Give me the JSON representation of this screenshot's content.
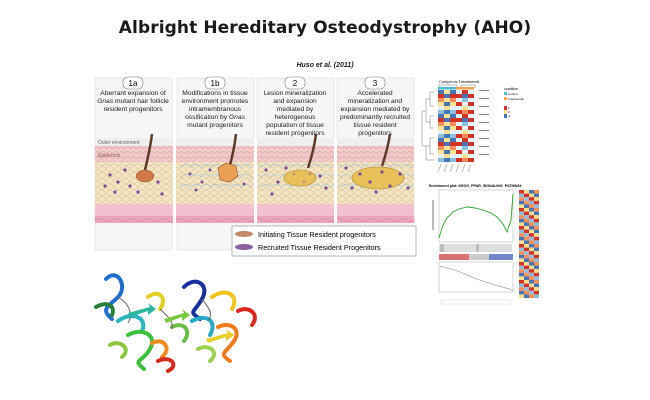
{
  "title": "Albright Hereditary Osteodystrophy (AHO)",
  "citation": "Huso et al. (2011)",
  "stages": [
    {
      "number": "1a",
      "text_before": "Aberrant expansion of ",
      "gene": "Gnas",
      "text_after": " mutant hair follicle resident progenitors"
    },
    {
      "number": "1b",
      "text_before": "Modifications in tissue environment promotes intramembranous ossification by ",
      "gene": "Gnas",
      "text_after": " mutant progenitors"
    },
    {
      "number": "2",
      "text_before": "Lesion mineralization and expansion mediated by heterogenous population of tissue resident progenitors",
      "gene": "",
      "text_after": ""
    },
    {
      "number": "3",
      "text_before": "Accelerated mineralization and expansion mediated by predominantly recruited tissue resident progenitors",
      "gene": "",
      "text_after": ""
    }
  ],
  "layers": {
    "outer": "Outer environment",
    "epidermis": "Epidermis"
  },
  "legend": [
    {
      "label": "Initiating Tissue Resident progenitors",
      "color": "#c48a6e"
    },
    {
      "label": "Recruited Tissue Resident Progenitors",
      "color": "#8b5fa0"
    }
  ],
  "heatmap": {
    "title": "Control-vs-TreatmentA",
    "legend_title": "condition",
    "legend_items": [
      "Control",
      "TreatmentA"
    ],
    "scale": [
      "1",
      "0",
      "-1"
    ]
  },
  "gsea": {
    "title": "Enrichment plot: KEGG_PPAR_SIGNALING_PATHWAY"
  },
  "colors": {
    "orange": "#e8a055",
    "purple": "#7a4a9a",
    "skin_pink": "#e8b7b8",
    "heat_red": "#d73027",
    "heat_blue": "#4575b4"
  }
}
